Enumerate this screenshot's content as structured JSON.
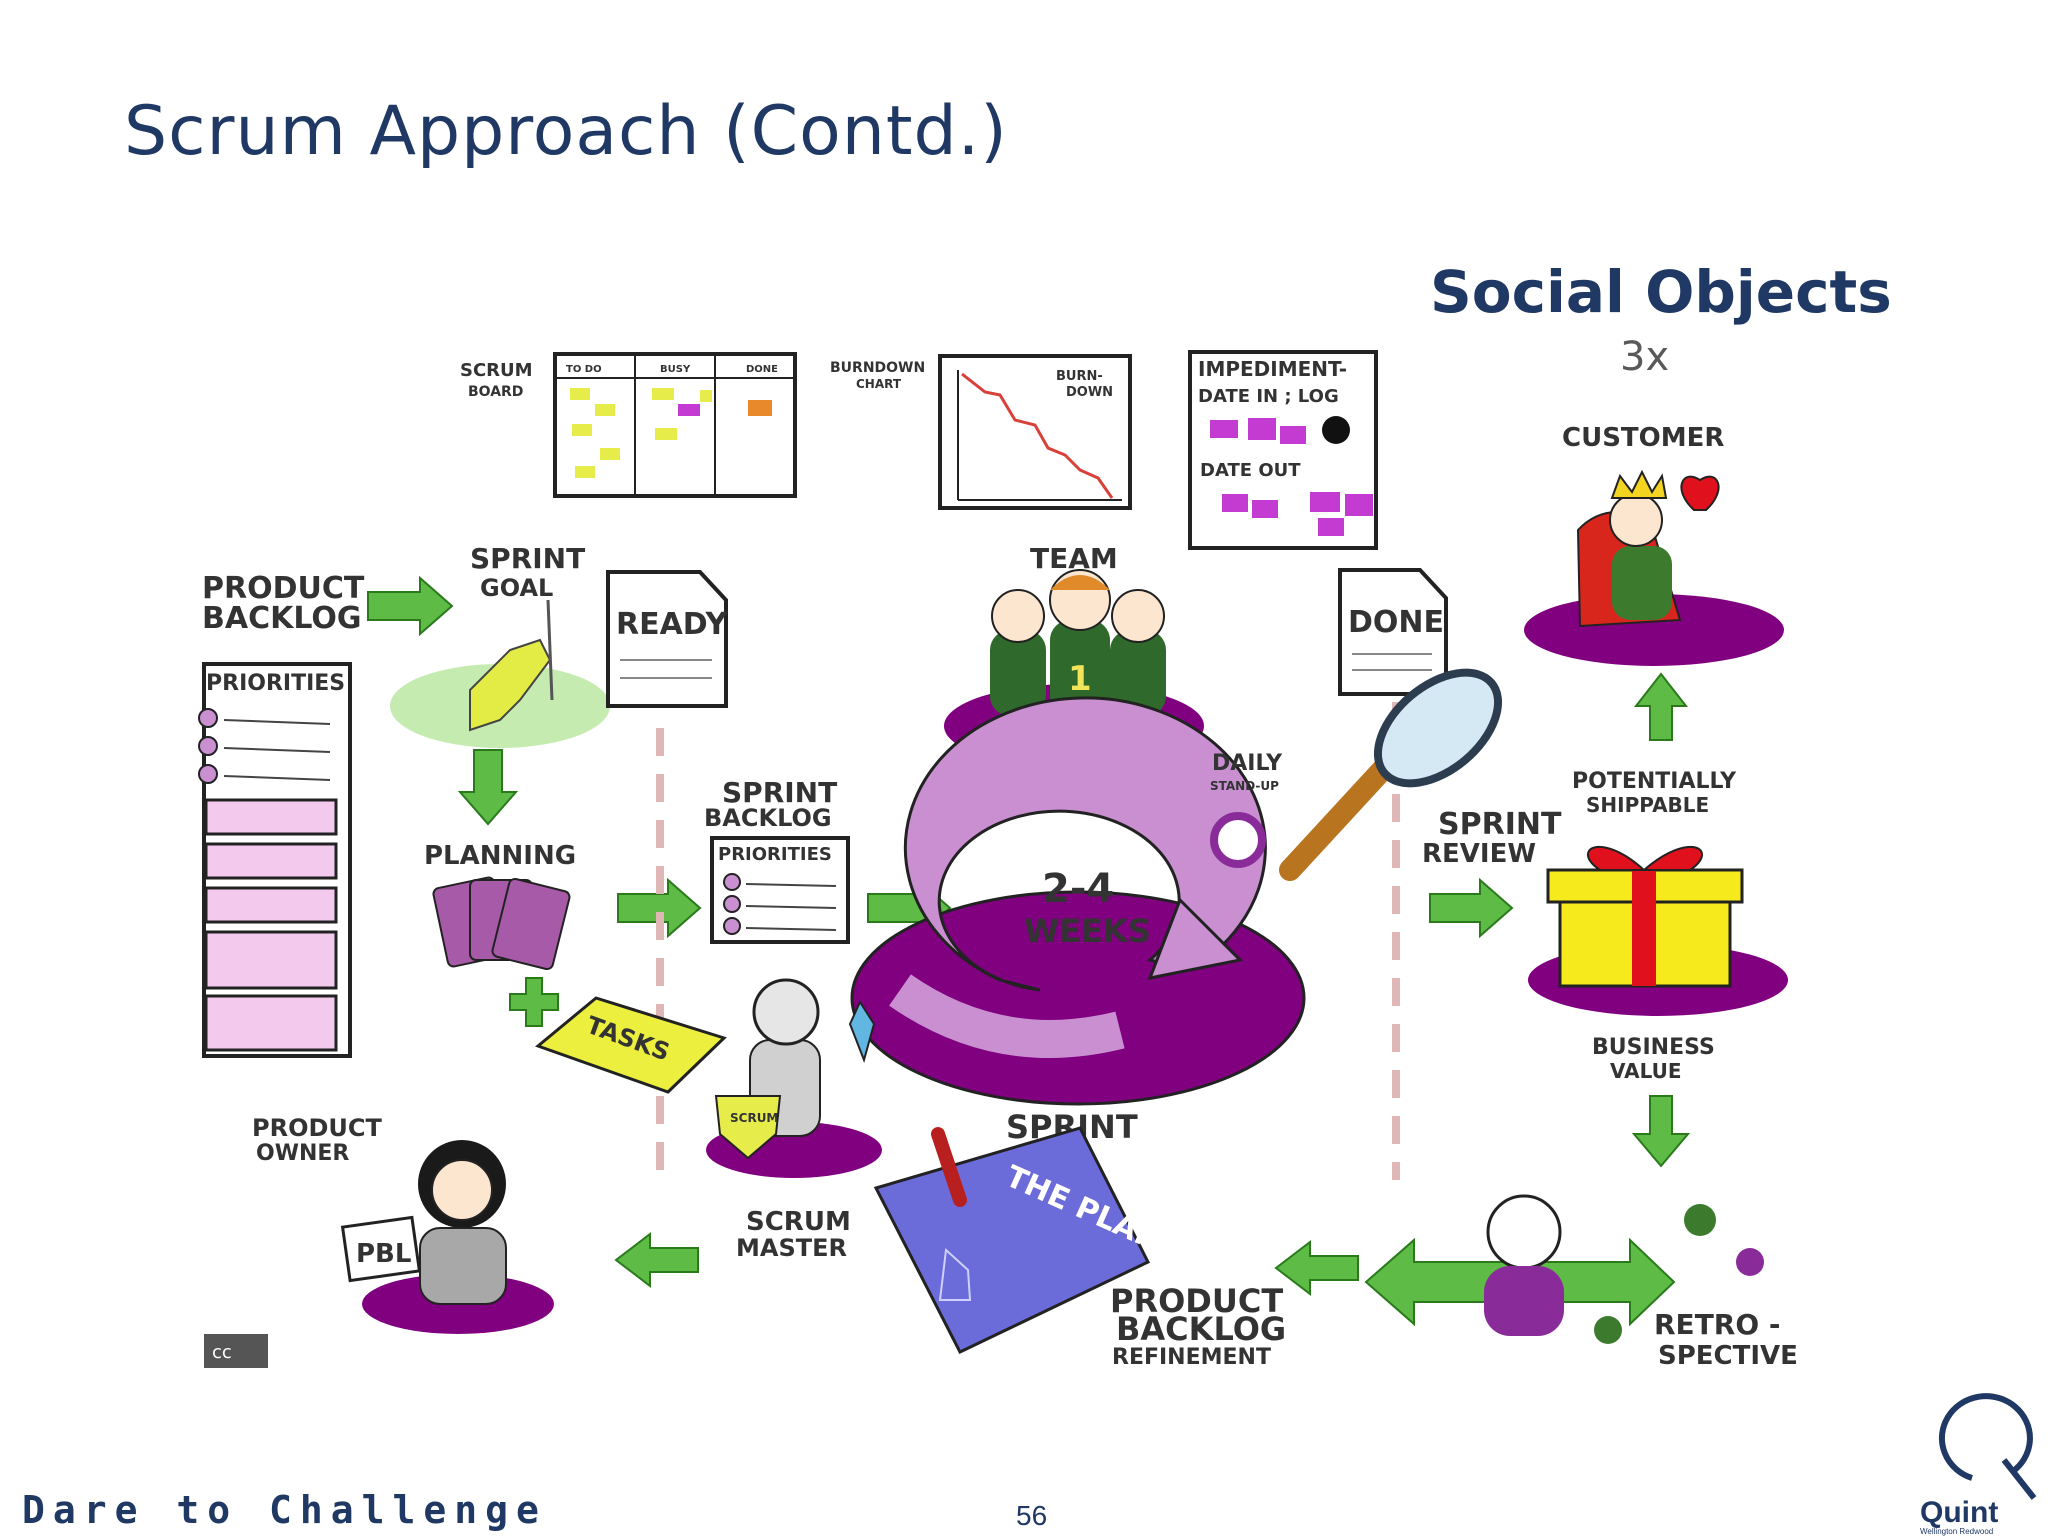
{
  "slide": {
    "title": "Scrum Approach (Contd.)",
    "page_number": "56",
    "tagline": "Dare to Challenge"
  },
  "social_objects": {
    "heading": "Social Objects",
    "multiplier": "3x"
  },
  "logo": {
    "name": "Quint",
    "subtitle": "Wellington Redwood"
  },
  "diagram": {
    "scrum_board": {
      "label_line1": "SCRUM",
      "label_line2": "BOARD",
      "columns": [
        "TO DO",
        "BUSY",
        "DONE"
      ]
    },
    "burndown": {
      "label_line1": "BURNDOWN",
      "label_line2": "CHART",
      "inner_line1": "BURN-",
      "inner_line2": "DOWN"
    },
    "impediment": {
      "line1": "IMPEDIMENT-",
      "line2": "DATE IN ; LOG",
      "line3": "DATE OUT"
    },
    "product_backlog": {
      "line1": "PRODUCT",
      "line2": "BACKLOG",
      "priorities": "PRIORITIES"
    },
    "sprint_goal": {
      "line1": "SPRINT",
      "line2": "GOAL"
    },
    "ready": "READY",
    "team": "TEAM",
    "done": "DONE",
    "planning": "PLANNING",
    "sprint_backlog": {
      "line1": "SPRINT",
      "line2": "BACKLOG",
      "priorities": "PRIORITIES"
    },
    "cycle": {
      "line1": "2-4",
      "line2": "WEEKS"
    },
    "daily": {
      "line1": "DAILY",
      "line2": "STAND-UP"
    },
    "sprint": "SPRINT",
    "tasks": "TASKS",
    "scrum_shield": "SCRUM",
    "sprint_review": {
      "line1": "SPRINT",
      "line2": "REVIEW"
    },
    "customer": "CUSTOMER",
    "potentially_shippable": {
      "line1": "POTENTIALLY",
      "line2": "SHIPPABLE"
    },
    "business_value": {
      "line1": "BUSINESS",
      "line2": "VALUE"
    },
    "product_owner": {
      "line1": "PRODUCT",
      "line2": "OWNER"
    },
    "pbl": "PBL",
    "scrum_master": {
      "line1": "SCRUM",
      "line2": "MASTER"
    },
    "the_plan": "THE PLAN",
    "refinement": {
      "line1": "PRODUCT",
      "line2": "BACKLOG",
      "line3": "REFINEMENT"
    },
    "retrospective": {
      "line1": "RETRO -",
      "line2": "SPECTIVE"
    },
    "license": "cc"
  },
  "colors": {
    "title": "#1f3864",
    "arrow_green": "#5dbb46",
    "purple": "#800080",
    "light_purple": "#c98fd0",
    "pink_card": "#f3c9ee",
    "gift_yellow": "#f6ea1c",
    "ribbon_red": "#e0101c"
  }
}
